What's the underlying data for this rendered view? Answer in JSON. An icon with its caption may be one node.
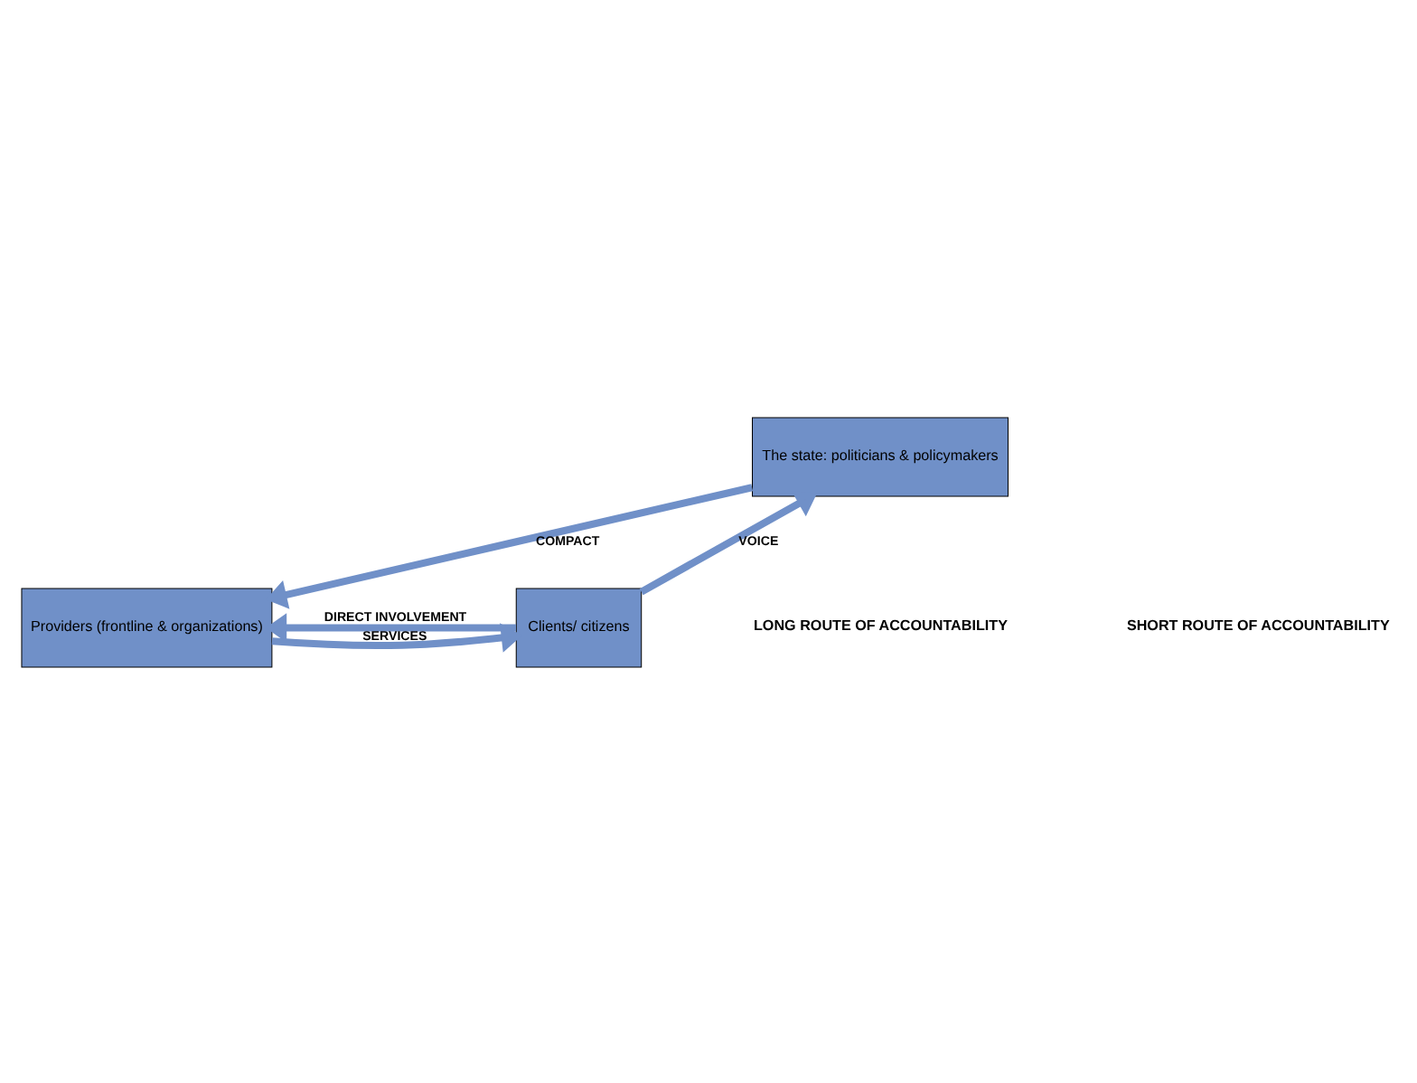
{
  "diagram": {
    "nodes": [
      {
        "text": [
          "The state: politicians & policymakers"
        ]
      },
      {
        "text": [
          "Clients/ citizens"
        ]
      },
      {
        "text": [
          "Providers (frontline & organizations)"
        ]
      }
    ],
    "edges": [
      {
        "from": 1,
        "to": 0,
        "arrow": "to",
        "label": "VOICE"
      },
      {
        "from": 0,
        "to": 2,
        "arrow": "to",
        "label": "COMPACT"
      },
      {
        "from": 1,
        "to": 2,
        "arrow": "to",
        "label": "DIRECT INVOLVEMENT"
      },
      {
        "from": 2,
        "to": 1,
        "arrow": "to",
        "label": "SERVICES"
      }
    ],
    "labels": [
      "LONG ROUTE OF ACCOUNTABILITY",
      "SHORT ROUTE OF ACCOUNTABILITY"
    ]
  }
}
